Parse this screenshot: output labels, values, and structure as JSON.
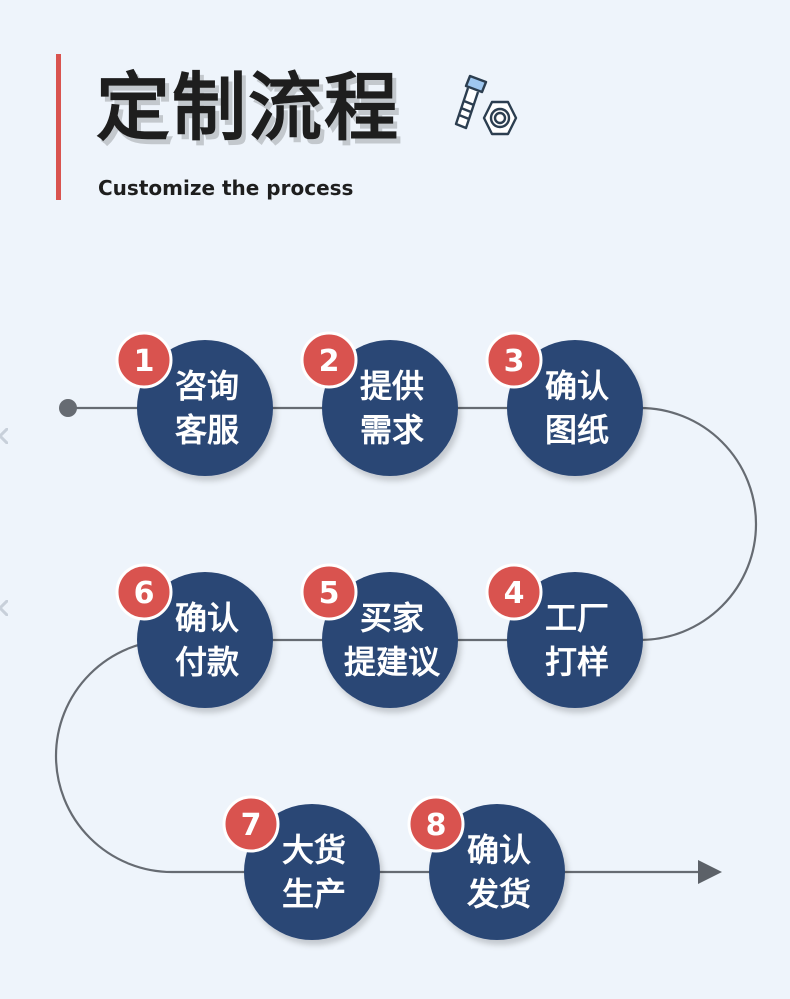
{
  "header": {
    "title": "定制流程",
    "subtitle": "Customize the process",
    "icon": "bolt-nut-icon"
  },
  "colors": {
    "background": "#eef4fb",
    "accent": "#d9534f",
    "circle": "#2a4675",
    "text_dark": "#1e1e1e",
    "connector": "#666b72"
  },
  "steps": [
    {
      "number": "1",
      "lines": [
        "咨询",
        "客服"
      ]
    },
    {
      "number": "2",
      "lines": [
        "提供",
        "需求"
      ]
    },
    {
      "number": "3",
      "lines": [
        "确认",
        "图纸"
      ]
    },
    {
      "number": "4",
      "lines": [
        "工厂",
        "打样"
      ]
    },
    {
      "number": "5",
      "lines": [
        "买家",
        "提建议"
      ]
    },
    {
      "number": "6",
      "lines": [
        "确认",
        "付款"
      ]
    },
    {
      "number": "7",
      "lines": [
        "大货",
        "生产"
      ]
    },
    {
      "number": "8",
      "lines": [
        "确认",
        "发货"
      ]
    }
  ]
}
